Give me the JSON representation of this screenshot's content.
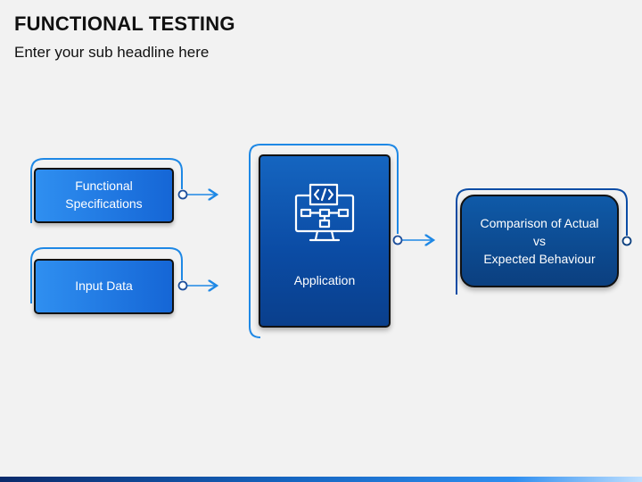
{
  "header": {
    "title": "FUNCTIONAL TESTING",
    "subtitle": "Enter your sub headline here"
  },
  "diagram": {
    "inputs": [
      {
        "label": "Functional\nSpecifications"
      },
      {
        "label": "Input Data"
      }
    ],
    "process": {
      "label": "Application",
      "icon": "code-monitor-icon"
    },
    "output": {
      "label": "Comparison of Actual\nvs\nExpected Behaviour"
    }
  },
  "colors": {
    "light_box": "#1e7ae6",
    "dark_box": "#0b4ca5",
    "connector": "#1e88e5",
    "background": "#f2f2f2"
  }
}
